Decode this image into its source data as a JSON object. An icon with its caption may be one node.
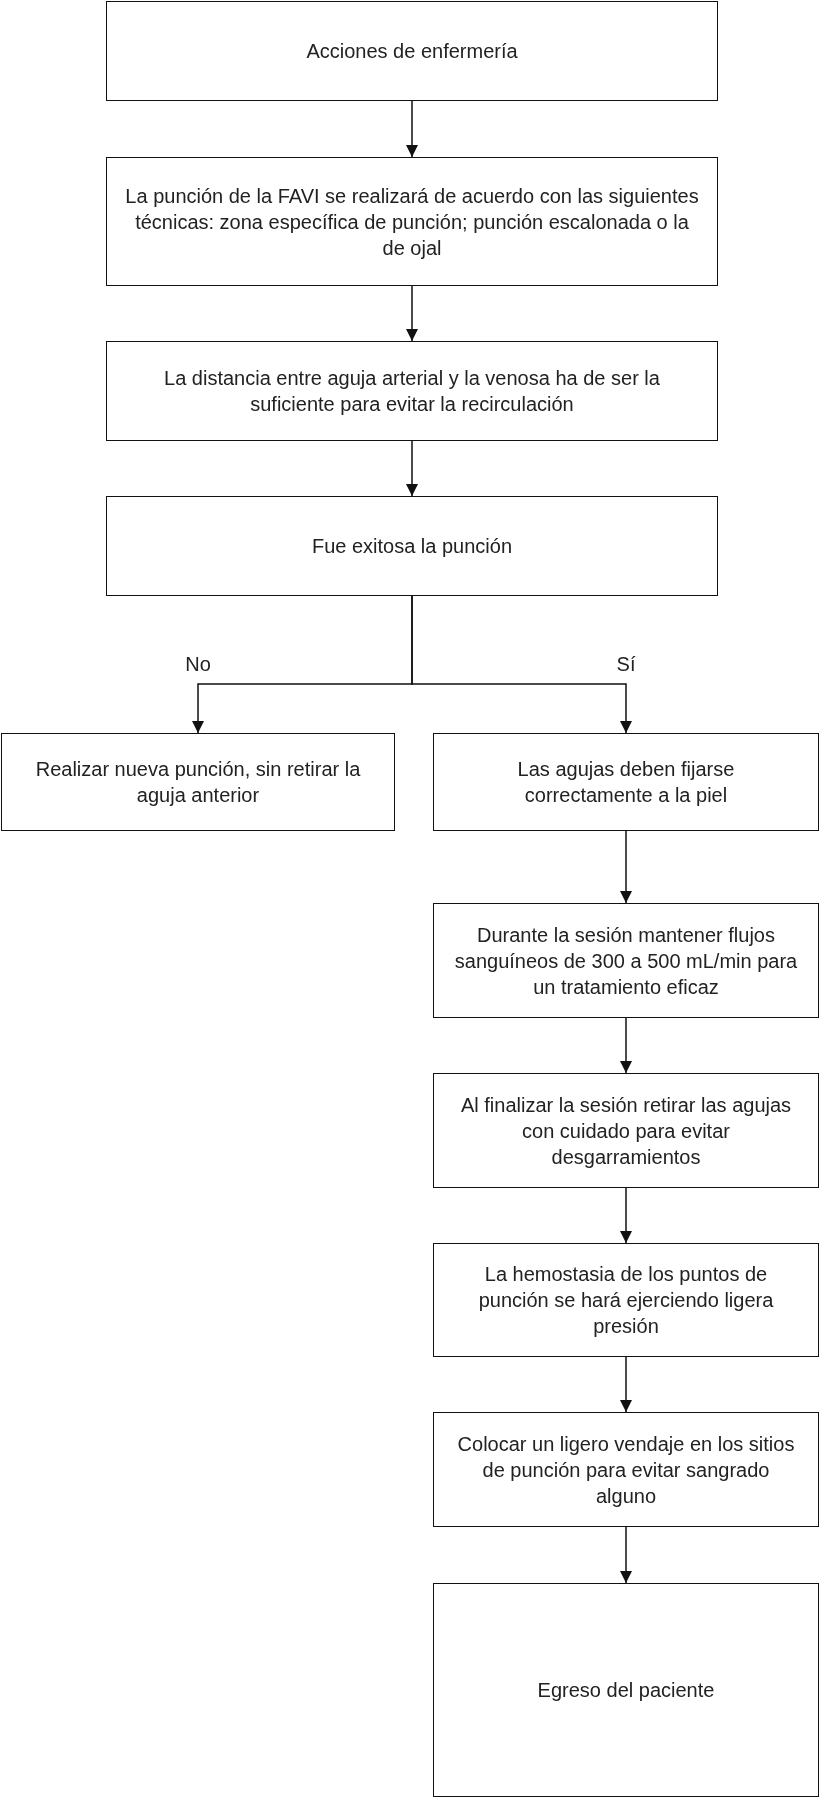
{
  "diagram": {
    "nodes": [
      {
        "text": [
          "Acciones de enfermería"
        ]
      },
      {
        "text": [
          "La punción de la FAVI se realizará de acuerdo con las siguientes técnicas: zona específica de punción; punción escalonada o la de ojal"
        ]
      },
      {
        "text": [
          "La distancia entre aguja arterial y la venosa ha de ser la suficiente para evitar la recirculación"
        ]
      },
      {
        "text": [
          "Fue exitosa la punción"
        ]
      },
      {
        "text": [
          "Realizar nueva punción, sin retirar la aguja anterior"
        ]
      },
      {
        "text": [
          "Las agujas deben fijarse correctamente a la piel"
        ]
      },
      {
        "text": [
          "Durante la sesión mantener flujos sanguíneos de 300 a 500 mL/min para un tratamiento eficaz"
        ]
      },
      {
        "text": [
          "Al finalizar la sesión retirar las agujas con cuidado para evitar desgarramientos"
        ]
      },
      {
        "text": [
          "La hemostasia de los puntos de punción se hará ejerciendo ligera presión"
        ]
      },
      {
        "text": [
          "Colocar un ligero vendaje en los sitios de punción para evitar sangrado alguno"
        ]
      },
      {
        "text": [
          "Egreso del paciente"
        ]
      }
    ],
    "edges": [
      {
        "from": 0,
        "to": 1,
        "arrow": "to"
      },
      {
        "from": 1,
        "to": 2,
        "arrow": "to"
      },
      {
        "from": 2,
        "to": 3,
        "arrow": "to"
      },
      {
        "from": 3,
        "to": 4,
        "arrow": "to",
        "label": "No"
      },
      {
        "from": 3,
        "to": 5,
        "arrow": "to",
        "label": "Sí"
      },
      {
        "from": 5,
        "to": 6,
        "arrow": "to"
      },
      {
        "from": 6,
        "to": 7,
        "arrow": "to"
      },
      {
        "from": 7,
        "to": 8,
        "arrow": "to"
      },
      {
        "from": 8,
        "to": 9,
        "arrow": "to"
      },
      {
        "from": 9,
        "to": 10,
        "arrow": "to"
      }
    ]
  }
}
